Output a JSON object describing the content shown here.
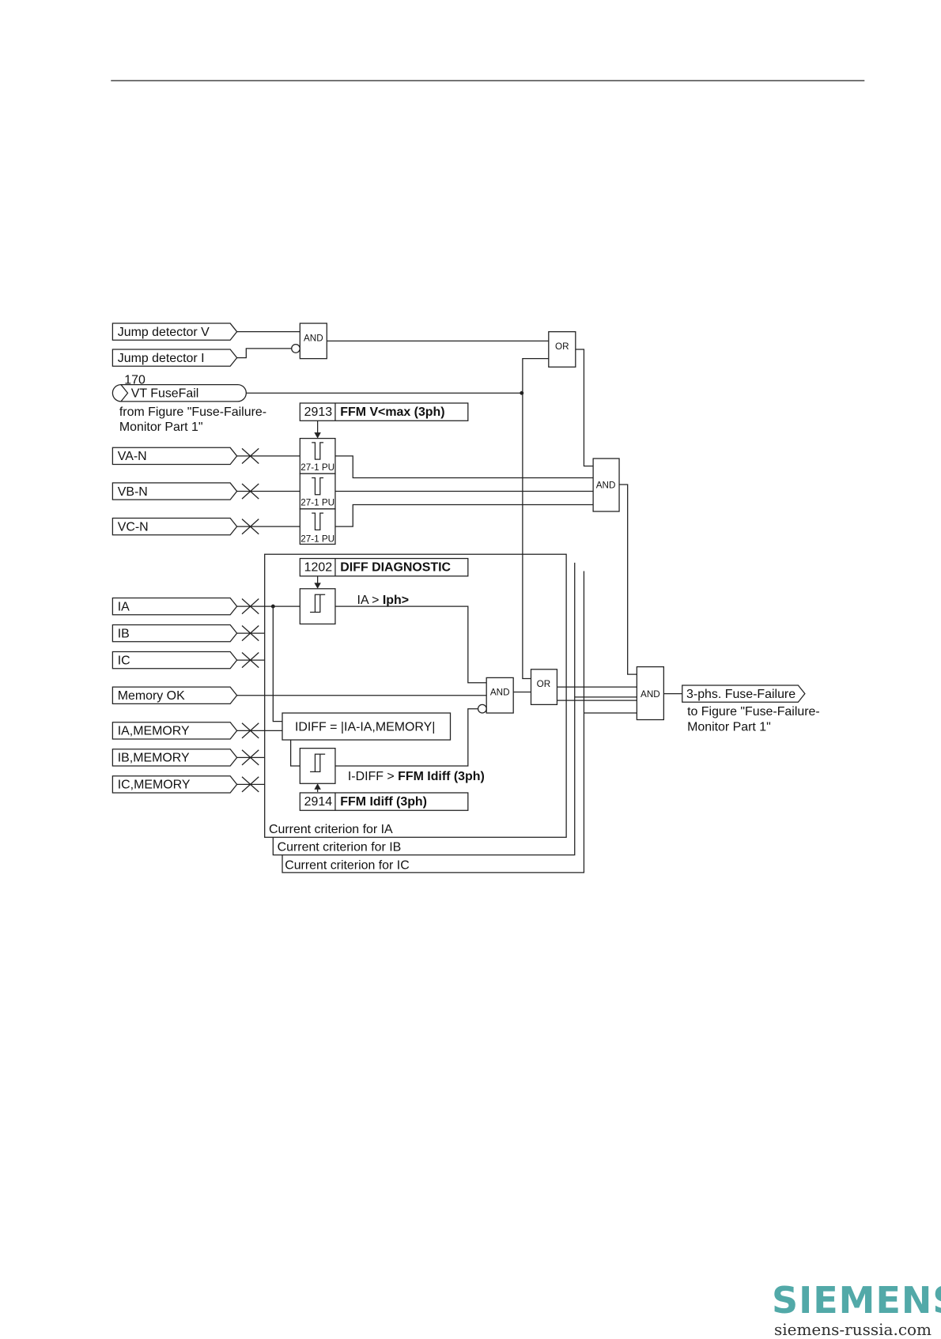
{
  "inputs": {
    "jump_v": "Jump detector V",
    "jump_i": "Jump detector I",
    "vt_number": "170",
    "vt_fusefail": "VT FuseFail",
    "vt_note_1": "from Figure \"Fuse-Failure-",
    "vt_note_2": "Monitor Part 1\"",
    "va": "VA-N",
    "vb": "VB-N",
    "vc": "VC-N",
    "ia": "IA",
    "ib": "IB",
    "ic": "IC",
    "memory_ok": "Memory OK",
    "ia_mem": "IA,MEMORY",
    "ib_mem": "IB,MEMORY",
    "ic_mem": "IC,MEMORY"
  },
  "gates": {
    "and": "AND",
    "or": "OR"
  },
  "params": {
    "p2913_num": "2913",
    "p2913_name": "FFM V<max (3ph)",
    "p1202_num": "1202",
    "p1202_name": "DIFF DIAGNOSTIC",
    "p2914_num": "2914",
    "p2914_name": "FFM Idiff (3ph)"
  },
  "blocks": {
    "pickup_label": "27-1 PU",
    "ia_label": "IA >",
    "ia_label_bold": "Iph>",
    "idiff_formula": "IDIFF = |IA-IA,MEMORY|",
    "idiff_label": "I-DIFF >",
    "idiff_label_bold": "FFM Idiff (3ph)"
  },
  "criteria": {
    "ia": "Current criterion for IA",
    "ib": "Current criterion for IB",
    "ic": "Current criterion for IC"
  },
  "output": {
    "label": "3-phs. Fuse-Failure",
    "note_1": "to Figure \"Fuse-Failure-",
    "note_2": "Monitor Part 1\""
  },
  "logo": {
    "brand": "SIEMENS",
    "site": "siemens-russia.com",
    "brand_color": "#52a9a8"
  }
}
